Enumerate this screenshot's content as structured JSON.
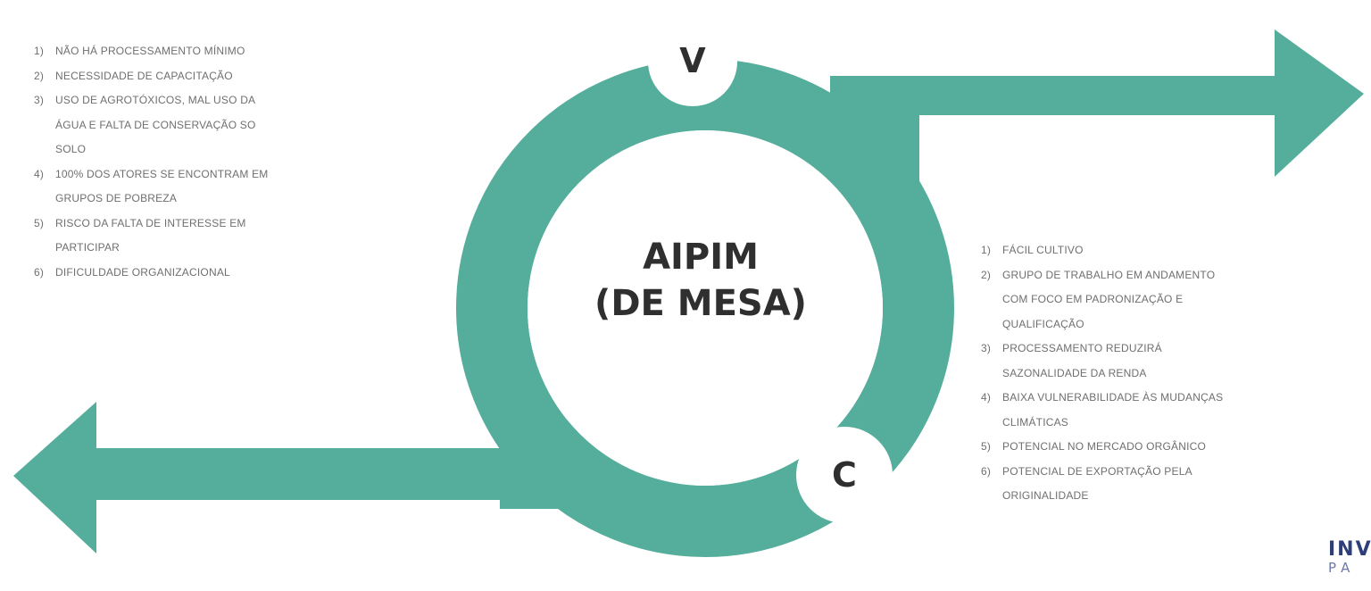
{
  "colors": {
    "teal": "#55ad9b",
    "text": "#6f6f6f",
    "title": "#2f2f2f",
    "logo": "#2d3e7a"
  },
  "center": {
    "line1": "AIPIM",
    "line2": "(DE MESA)"
  },
  "badges": {
    "top": "V",
    "bottom": "C"
  },
  "left_list": [
    {
      "num": "1)",
      "lines": [
        "NÃO HÁ PROCESSAMENTO MÍNIMO"
      ]
    },
    {
      "num": "2)",
      "lines": [
        "NECESSIDADE DE CAPACITAÇÃO"
      ]
    },
    {
      "num": "3)",
      "lines": [
        "USO DE AGROTÓXICOS, MAL USO DA",
        "ÁGUA E FALTA DE CONSERVAÇÃO SO",
        "SOLO"
      ]
    },
    {
      "num": "4)",
      "lines": [
        "100% DOS ATORES SE ENCONTRAM EM",
        "GRUPOS DE POBREZA"
      ]
    },
    {
      "num": "5)",
      "lines": [
        "RISCO DA FALTA DE INTERESSE EM",
        "PARTICIPAR"
      ]
    },
    {
      "num": "6)",
      "lines": [
        "DIFICULDADE ORGANIZACIONAL"
      ]
    }
  ],
  "right_list": [
    {
      "num": "1)",
      "lines": [
        "FÁCIL CULTIVO"
      ]
    },
    {
      "num": "2)",
      "lines": [
        "GRUPO DE TRABALHO EM ANDAMENTO",
        "COM FOCO EM PADRONIZAÇÃO E",
        "QUALIFICAÇÃO"
      ]
    },
    {
      "num": "3)",
      "lines": [
        "PROCESSAMENTO REDUZIRÁ",
        "SAZONALIDADE DA RENDA"
      ]
    },
    {
      "num": "4)",
      "lines": [
        "BAIXA VULNERABILIDADE ÀS MUDANÇAS",
        "CLIMÁTICAS"
      ]
    },
    {
      "num": "5)",
      "lines": [
        "POTENCIAL NO MERCADO ORGÂNICO"
      ]
    },
    {
      "num": "6)",
      "lines": [
        "POTENCIAL DE EXPORTAÇÃO PELA",
        "ORIGINALIDADE"
      ]
    }
  ],
  "logo": {
    "line1": "INV",
    "line2": "PA"
  }
}
